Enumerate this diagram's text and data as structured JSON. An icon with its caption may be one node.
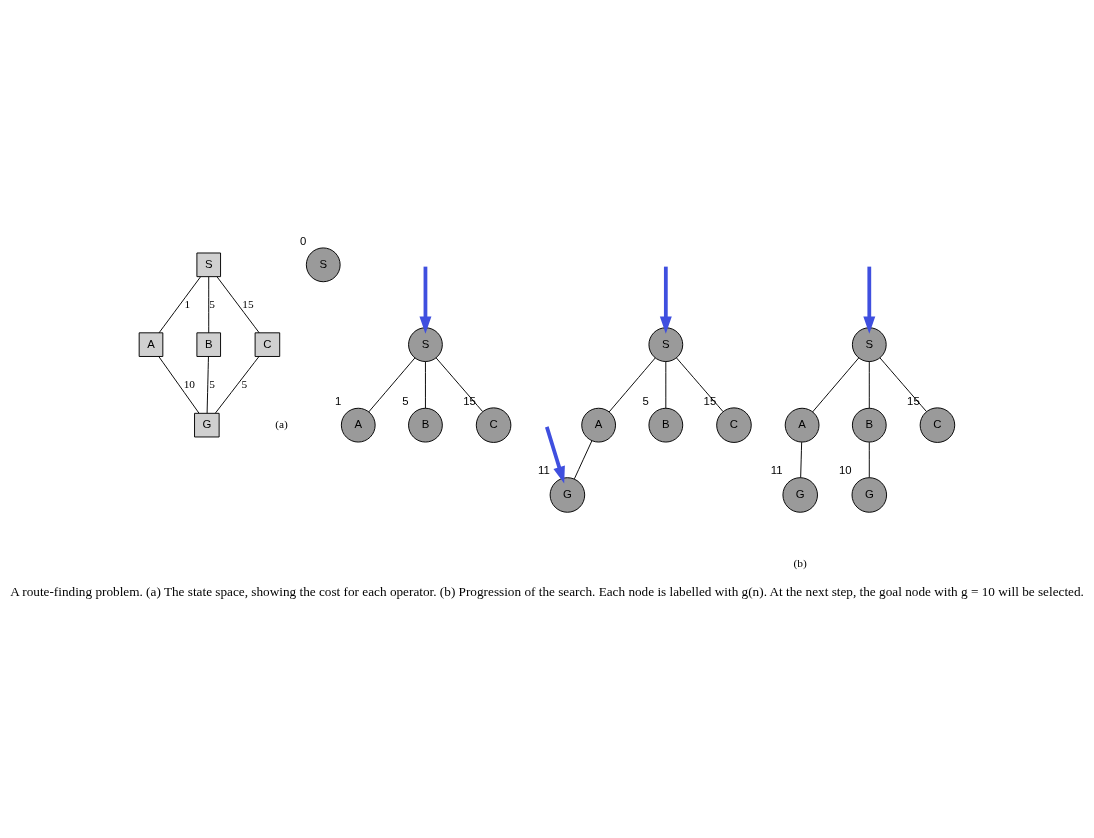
{
  "diagram": {
    "caption": "A route-finding problem. (a) The state space, showing the cost for each operator. (b) Progression of the search. Each node is labelled with g(n). At the next step, the goal node with g = 10 will be selected.",
    "nodes": [
      {
        "text": [
          "S"
        ]
      },
      {
        "text": [
          "A"
        ]
      },
      {
        "text": [
          "B"
        ]
      },
      {
        "text": [
          "C"
        ]
      },
      {
        "text": [
          "G"
        ]
      },
      {
        "text": [
          "S"
        ],
        "beside": [
          "0"
        ]
      },
      {
        "text": [
          "S"
        ]
      },
      {
        "text": [
          "A"
        ],
        "beside": [
          "1"
        ]
      },
      {
        "text": [
          "B"
        ],
        "beside": [
          "5"
        ]
      },
      {
        "text": [
          "C"
        ],
        "beside": [
          "15"
        ]
      },
      {
        "text": [
          "S"
        ]
      },
      {
        "text": [
          "A"
        ]
      },
      {
        "text": [
          "B"
        ],
        "beside": [
          "5"
        ]
      },
      {
        "text": [
          "C"
        ],
        "beside": [
          "15"
        ]
      },
      {
        "text": [
          "G"
        ],
        "beside": [
          "11"
        ]
      },
      {
        "text": [
          "S"
        ]
      },
      {
        "text": [
          "A"
        ]
      },
      {
        "text": [
          "B"
        ]
      },
      {
        "text": [
          "C"
        ],
        "beside": [
          "15"
        ]
      },
      {
        "text": [
          "G"
        ],
        "beside": [
          "11"
        ]
      },
      {
        "text": [
          "G"
        ],
        "beside": [
          "10"
        ]
      }
    ],
    "edges": [
      {
        "from": 0,
        "to": 1,
        "arrow": "none",
        "label": "1"
      },
      {
        "from": 1,
        "to": 4,
        "arrow": "none",
        "label": "10"
      },
      {
        "from": 0,
        "to": 2,
        "arrow": "none",
        "label": "5"
      },
      {
        "from": 2,
        "to": 4,
        "arrow": "none",
        "label": "5"
      },
      {
        "from": 0,
        "to": 3,
        "arrow": "none",
        "label": "15"
      },
      {
        "from": 3,
        "to": 4,
        "arrow": "none",
        "label": "5"
      },
      {
        "from": 6,
        "to": 7,
        "arrow": "none"
      },
      {
        "from": 6,
        "to": 8,
        "arrow": "none"
      },
      {
        "from": 6,
        "to": 9,
        "arrow": "none"
      },
      {
        "from": 10,
        "to": 11,
        "arrow": "none"
      },
      {
        "from": 10,
        "to": 12,
        "arrow": "none"
      },
      {
        "from": 10,
        "to": 13,
        "arrow": "none"
      },
      {
        "from": 11,
        "to": 14,
        "arrow": "none"
      },
      {
        "from": 15,
        "to": 16,
        "arrow": "none"
      },
      {
        "from": 15,
        "to": 17,
        "arrow": "none"
      },
      {
        "from": 15,
        "to": 18,
        "arrow": "none"
      },
      {
        "from": 16,
        "to": 19,
        "arrow": "none"
      },
      {
        "from": 17,
        "to": 20,
        "arrow": "none"
      },
      {
        "from": null,
        "to": 6,
        "arrow": "to",
        "style": "thick",
        "color": "#3f4fdf"
      },
      {
        "from": null,
        "to": 10,
        "arrow": "to",
        "style": "thick",
        "color": "#3f4fdf"
      },
      {
        "from": null,
        "to": 15,
        "arrow": "to",
        "style": "thick",
        "color": "#3f4fdf"
      },
      {
        "from": null,
        "to": 14,
        "arrow": "to",
        "style": "thick",
        "color": "#3f4fdf"
      }
    ],
    "labels": [
      "(a)",
      "(b)"
    ]
  }
}
